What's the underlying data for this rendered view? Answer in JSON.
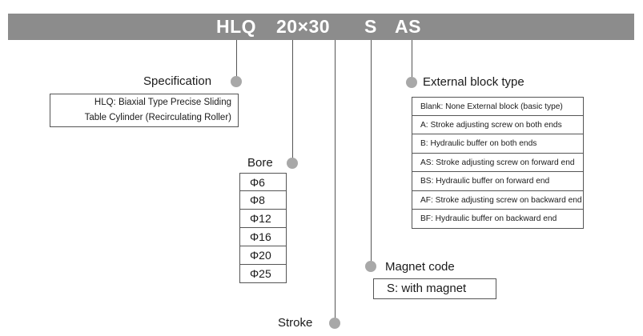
{
  "model_code": {
    "series": "HLQ",
    "bore_x_stroke": "20×30",
    "magnet": "S",
    "external_block": "AS"
  },
  "specification": {
    "label": "Specification",
    "lines": [
      "HLQ: Biaxial Type Precise Sliding",
      "Table Cylinder  (Recirculating Roller)"
    ]
  },
  "bore": {
    "label": "Bore",
    "options": [
      "Φ6",
      "Φ8",
      "Φ12",
      "Φ16",
      "Φ20",
      "Φ25"
    ]
  },
  "stroke": {
    "label": "Stroke"
  },
  "magnet_code": {
    "label": "Magnet code",
    "option": "S: with magnet"
  },
  "external_block": {
    "label": "External block type",
    "options": [
      "Blank: None External block (basic type)",
      "A: Stroke adjusting screw on both ends",
      "B: Hydraulic buffer on both ends",
      "AS: Stroke adjusting screw on forward end",
      "BS: Hydraulic buffer on forward end",
      "AF: Stroke adjusting screw on backward end",
      "BF: Hydraulic buffer on backward end"
    ]
  },
  "colors": {
    "banner": "#8c8c8c",
    "dot": "#a8a8a8",
    "line": "#555555",
    "text": "#1a1a1a"
  }
}
